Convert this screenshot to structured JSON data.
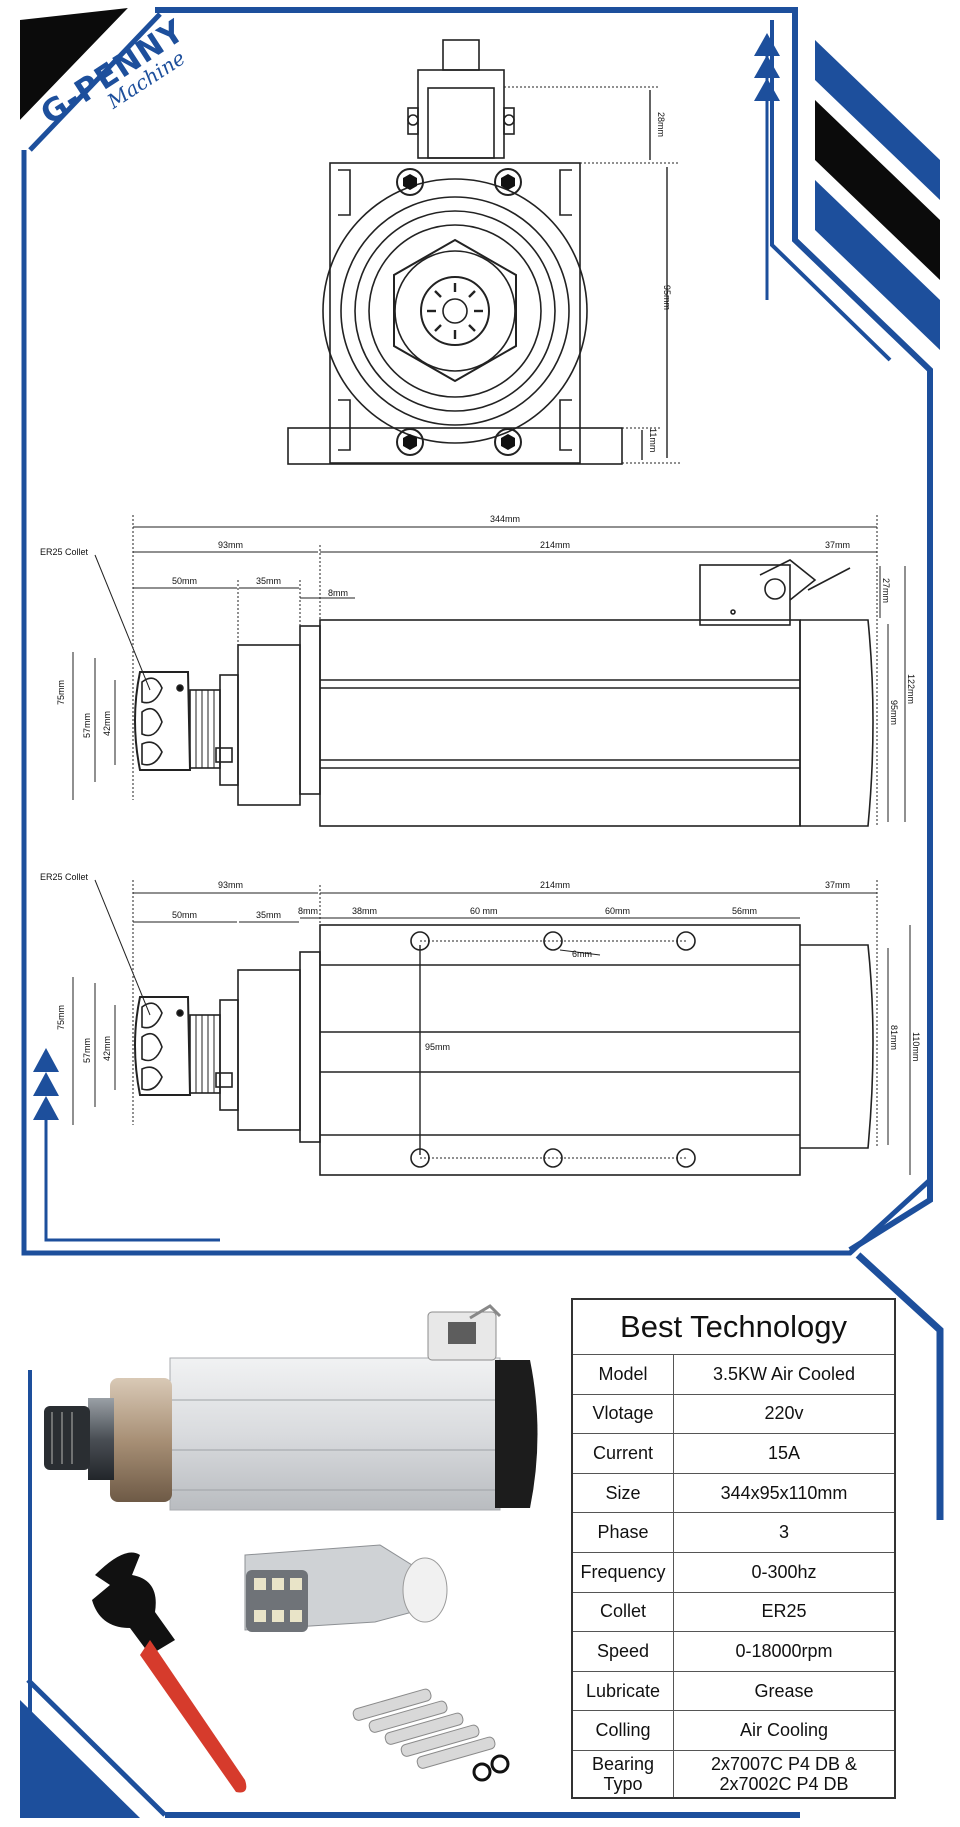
{
  "brand": {
    "name": "G-PENNY",
    "sub": "Machine"
  },
  "colors": {
    "frame": "#1d4f9c",
    "black": "#0b0b0b",
    "handle": "#d63b2c",
    "line": "#222222"
  },
  "front_view": {
    "dims": [
      "28mm",
      "95mm",
      "11mm"
    ]
  },
  "side_view": {
    "collet_label": "ER25 Collet",
    "dims_top": [
      "344mm",
      "93mm",
      "214mm",
      "37mm",
      "50mm",
      "35mm",
      "8mm"
    ],
    "dims_side": [
      "75mm",
      "57mm",
      "42mm",
      "27mm",
      "95mm",
      "122mm"
    ]
  },
  "bottom_view": {
    "collet_label": "ER25 Collet",
    "dims_top": [
      "93mm",
      "214mm",
      "37mm",
      "50mm",
      "35mm",
      "8mm",
      "38mm",
      "60 mm",
      "60mm",
      "56mm",
      "6mm",
      "95mm"
    ],
    "dims_side": [
      "75mm",
      "57mm",
      "42mm",
      "81mm",
      "110mm"
    ]
  },
  "spec": {
    "title": "Best Technology",
    "rows": [
      {
        "label": "Model",
        "value": "3.5KW Air Cooled"
      },
      {
        "label": "Vlotage",
        "value": "220v"
      },
      {
        "label": "Current",
        "value": "15A"
      },
      {
        "label": "Size",
        "value": "344x95x110mm"
      },
      {
        "label": "Phase",
        "value": "3"
      },
      {
        "label": "Frequency",
        "value": "0-300hz"
      },
      {
        "label": "Collet",
        "value": "ER25"
      },
      {
        "label": "Speed",
        "value": "0-18000rpm"
      },
      {
        "label": "Lubricate",
        "value": "Grease"
      },
      {
        "label": "Colling",
        "value": "Air Cooling"
      }
    ],
    "last_label_1": "Bearing",
    "last_label_2": "Typo",
    "last_value_1": "2x7007C P4 DB &",
    "last_value_2": "2x7002C P4 DB"
  }
}
